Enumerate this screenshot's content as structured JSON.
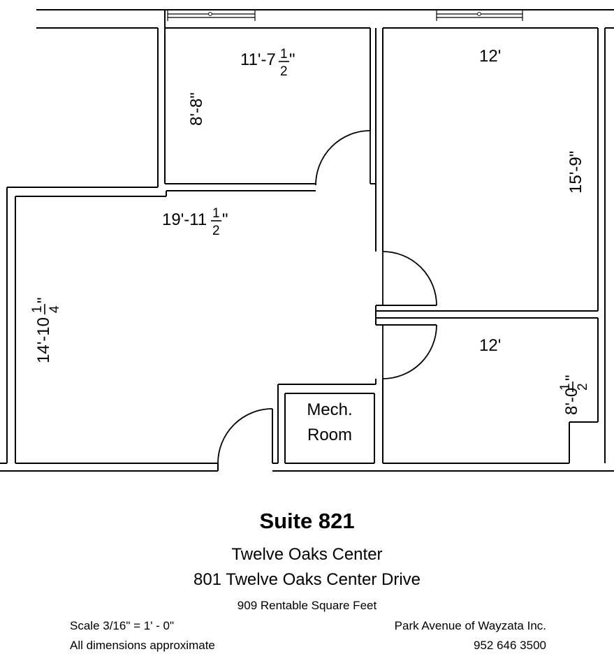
{
  "plan": {
    "dimensions": {
      "top_left_room_width": {
        "whole": "11'-7",
        "num": "1",
        "den": "2",
        "suffix": "\""
      },
      "top_left_room_depth": "8'-8\"",
      "top_right_room_width": "12'",
      "top_right_room_depth": "15'-9\"",
      "main_room_width": {
        "whole": "19'-11",
        "num": "1",
        "den": "2",
        "suffix": "\""
      },
      "main_room_depth": {
        "whole": "14'-10",
        "num": "1",
        "den": "4",
        "suffix": "\""
      },
      "bottom_right_room_width": "12'",
      "bottom_right_room_depth": {
        "whole": "8'-0",
        "num": "1",
        "den": "2",
        "suffix": "\""
      }
    },
    "mech_room": {
      "line1": "Mech.",
      "line2": "Room"
    }
  },
  "info": {
    "suite": "Suite 821",
    "center_name": "Twelve Oaks Center",
    "address": "801 Twelve Oaks Center Drive",
    "area": "909 Rentable Square Feet",
    "scale": "Scale 3/16\" = 1' - 0\"",
    "approx": "All dimensions approximate",
    "company": "Park Avenue of Wayzata Inc.",
    "phone": "952 646 3500"
  }
}
